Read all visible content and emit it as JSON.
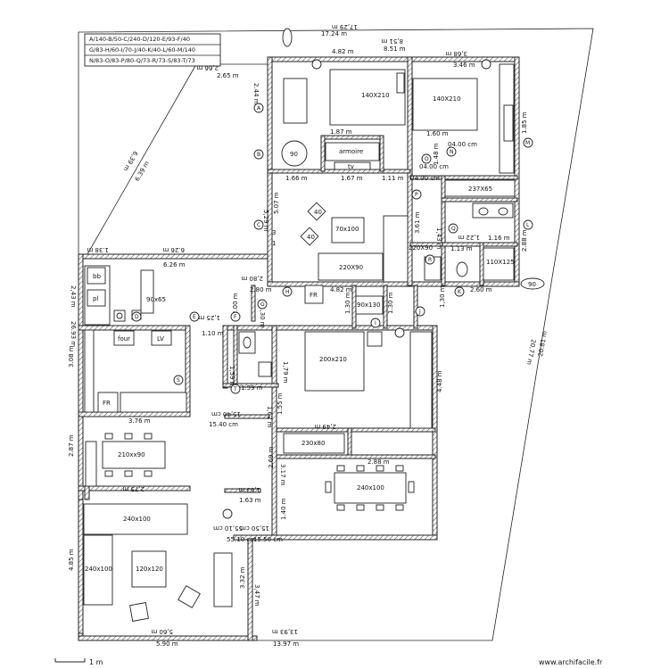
{
  "legend": [
    "A/140-B/50-C/240-D/120-E/93-F/40",
    "G/83-H/60-I/70-J/40-K/40-L/60-M/140",
    "N/83-O/83-P/80-Q/73-R/73-S/83-T/73"
  ],
  "dimensions": {
    "top_outer": "17.24 m",
    "top_outer_mirror": "17,29 m",
    "top_inner": "8.51 m",
    "top_inner_mirror": "8,51 m",
    "left_rooms": "4.82 m",
    "right_rooms": "3.46 m",
    "right_rooms_mirror": "3,68 m",
    "diag_a": "2.65 m",
    "diag_a_mirror": "2,66 m",
    "diag_b": "6.39 m",
    "diag_b_mirror": "6,39 m",
    "west_wall": "2.44 m",
    "d_160": "1.60 m",
    "d_187": "1.87 m",
    "d_166": "1.66 m",
    "d_167": "1.67 m",
    "d_111": "1.11 m",
    "d_04": "04.00 cm",
    "d_04b": "04.00 cm",
    "d_04c": "04.00 cm",
    "d_507": "5.07 m",
    "d_529": "5,29 m",
    "d_361": "3.61 m",
    "d_148": "1.48 m",
    "d_143": "1,43 m",
    "d_185": "1.85 m",
    "d_288": "2.88 m",
    "d_113": "1.13 m",
    "d_116": "1.16 m",
    "d_122": "1,22 m",
    "d_260": "2.60 m",
    "d_482": "4.82 m",
    "d_626": "6.26 m",
    "d_626b": "6.26 m",
    "d_138": "1.38 m",
    "d_280": "2.80 m",
    "d_280b": "2,80 m",
    "d_125": "1,25 m",
    "d_110": "1.10 m",
    "d_130": "1.30 m",
    "d_130b": "1.30 m",
    "d_130c": "1,30 m",
    "d_130d": "1,30 m",
    "d_243": "2,43 m",
    "d_2693": "26.93 m",
    "d_308": "3.08 m",
    "d_287": "2.87 m",
    "d_376": "3.76 m",
    "d_159": "1.59 m",
    "d_159b": "1,59 m",
    "d_155": "1.55 m",
    "d_162": "1,62 m",
    "d_179": "1,79 m",
    "d_1540": "15.40 cm",
    "d_1540b": "15,40 cm",
    "d_249": "2,49 m",
    "d_448": "4.48 m",
    "d_275": "2,75 m",
    "d_269": "2.69 m",
    "d_163": "1.63 m",
    "d_163b": "1,63 m",
    "d_140": "1.40 m",
    "d_317": "3.17 m",
    "d_5510": "55.10 cm",
    "d_5510b": "55,10 cm",
    "d_1550": "15.50 cm",
    "d_1550b": "15,50 cm",
    "d_485": "4.85 m",
    "d_332": "3.32 m",
    "d_347": "3,47 m",
    "d_590": "5.90 m",
    "d_560": "5,60 m",
    "d_1397": "13.97 m",
    "d_1393": "13,93 m",
    "d_2081": "20.81 m",
    "d_2077": "20,77 m",
    "d_200": "2.00 m",
    "d_3": "3",
    "d_1": "1"
  },
  "furniture": {
    "bed_1": "140X210",
    "bed_2": "140X210",
    "armoire": "armoire",
    "tv": "tv",
    "round_90": "90",
    "shelf_237": "237X65",
    "box_40a": "40",
    "box_40b": "40",
    "table_70": "70x100",
    "bed_220a": "220X90",
    "bed_220b": "220X90",
    "tub_110": "110X125",
    "box_90": "90",
    "bb": "bb",
    "pl": "pl",
    "table_90_65": "90x65",
    "fr1": "FR",
    "fr2": "FR",
    "four": "four",
    "lv": "LV",
    "box_90_130": "90x130",
    "bed_200": "200x210",
    "table_230": "230x80",
    "table_240a": "240x100",
    "table_210": "210xx90",
    "sofa_240": "240x100",
    "sofa_240b": "240x100",
    "table_120": "120x120"
  },
  "markers": [
    "A",
    "B",
    "C",
    "D",
    "E",
    "F",
    "G",
    "H",
    "I",
    "J",
    "K",
    "L",
    "M",
    "N",
    "O",
    "P",
    "Q",
    "R",
    "S",
    "T"
  ],
  "footer": {
    "scale": "1 m",
    "watermark": "www.archifacile.fr"
  }
}
